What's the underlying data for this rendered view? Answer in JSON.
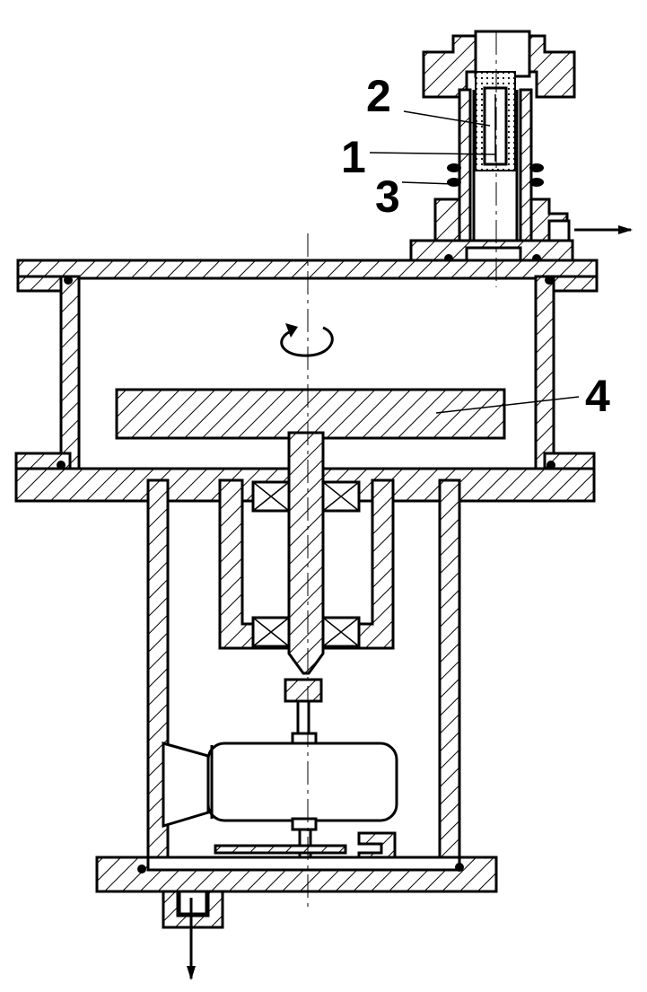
{
  "labels": {
    "l1": "1",
    "l2": "2",
    "l3": "3",
    "l4": "4"
  },
  "colors": {
    "ink": "#000000",
    "paper": "#ffffff"
  }
}
